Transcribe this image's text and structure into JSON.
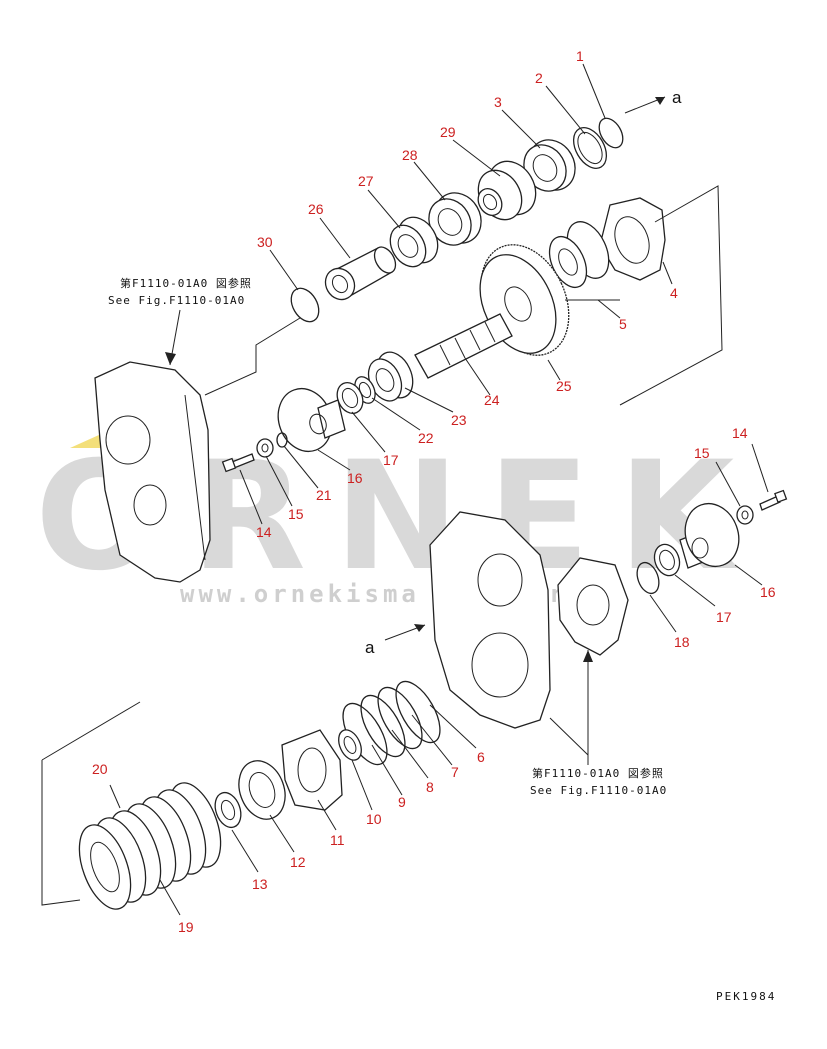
{
  "watermark": {
    "text": "ORNEK",
    "url": "www.ornekisma                      .com.tr"
  },
  "references": {
    "upper_jp": "第F1110-01A0 図参照",
    "upper_en": "See Fig.F1110-01A0",
    "lower_jp": "第F1110-01A0 図参照",
    "lower_en": "See Fig.F1110-01A0"
  },
  "arrow_labels": {
    "top": "a",
    "middle": "a"
  },
  "drawing_code": "PEK1984",
  "callouts": [
    "1",
    "2",
    "3",
    "29",
    "28",
    "27",
    "26",
    "30",
    "4",
    "5",
    "25",
    "24",
    "23",
    "22",
    "17",
    "16",
    "21",
    "15",
    "14",
    "15",
    "14",
    "16",
    "17",
    "18",
    "6",
    "7",
    "8",
    "9",
    "10",
    "11",
    "12",
    "13",
    "20",
    "19"
  ],
  "colors": {
    "callout": "#cc2020",
    "line": "#222222",
    "watermark": "#d9d9d9"
  }
}
